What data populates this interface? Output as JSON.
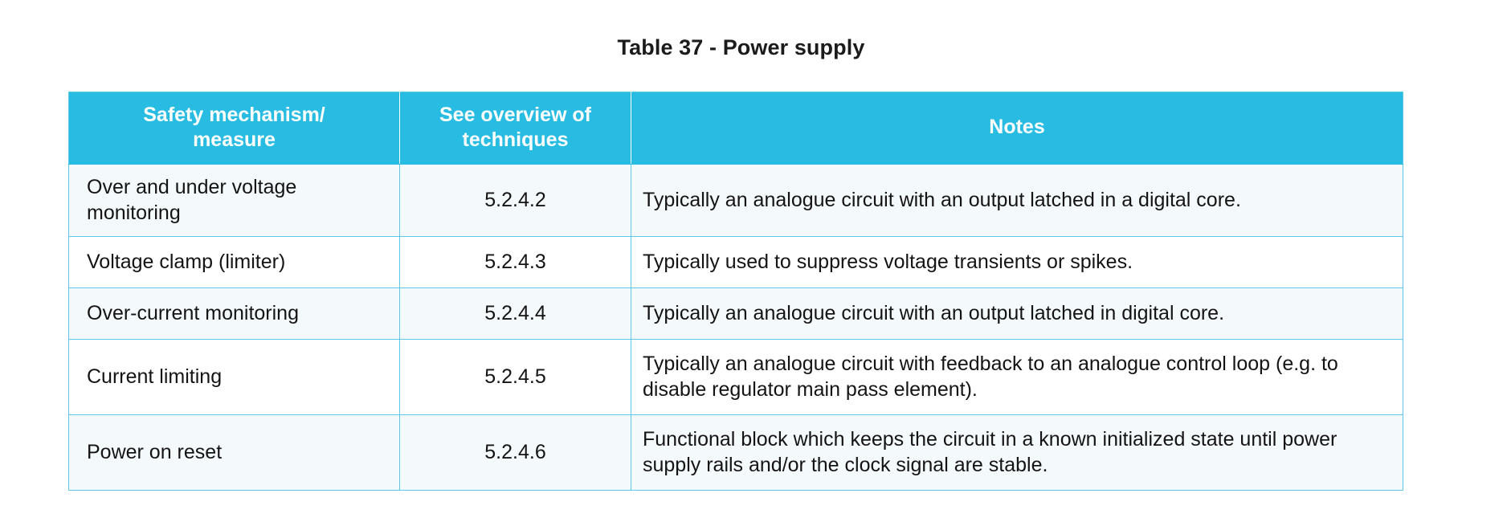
{
  "caption": "Table 37 - Power supply",
  "theme": {
    "header_bg": "#29bce2",
    "header_text": "#ffffff",
    "border": "#5cc9e9",
    "row_shade_bg": "#f4f9fc",
    "row_plain_bg": "#ffffff",
    "body_text": "#141414"
  },
  "table": {
    "columns": [
      {
        "label_line1": "Safety mechanism/",
        "label_line2": "measure"
      },
      {
        "label_line1": "See overview of",
        "label_line2": "techniques"
      },
      {
        "label_line1": "Notes",
        "label_line2": ""
      }
    ],
    "rows": [
      {
        "mechanism": "Over and under voltage monitoring",
        "reference": "5.2.4.2",
        "notes": "Typically an analogue circuit with an output latched in a digital core."
      },
      {
        "mechanism": "Voltage clamp (limiter)",
        "reference": "5.2.4.3",
        "notes": "Typically used to suppress voltage transients or spikes."
      },
      {
        "mechanism": "Over-current monitoring",
        "reference": "5.2.4.4",
        "notes": "Typically an analogue circuit with an output latched in digital core."
      },
      {
        "mechanism": "Current limiting",
        "reference": "5.2.4.5",
        "notes": "Typically an analogue circuit with feedback to an analogue control loop (e.g. to disable regulator main pass element)."
      },
      {
        "mechanism": "Power on reset",
        "reference": "5.2.4.6",
        "notes": "Functional block which keeps the circuit in a known initialized state until power supply rails and/or the clock signal are stable."
      }
    ]
  }
}
